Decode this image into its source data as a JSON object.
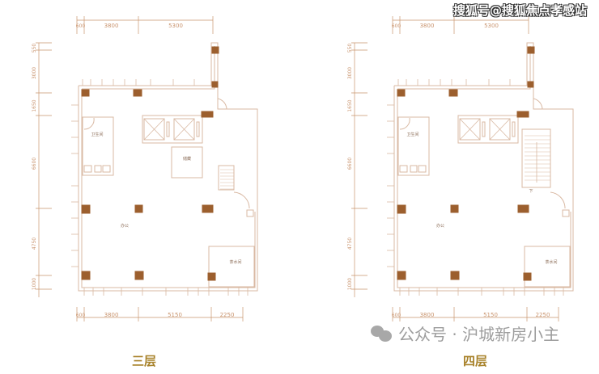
{
  "watermark_top": "搜狐号@搜狐焦点孝感站",
  "watermark_bottom": "公众号 · 沪城新房小主",
  "colors": {
    "line": "#d9b9a3",
    "column": "#9c5f2e",
    "title": "#a8822a",
    "dim": "#c9946e"
  },
  "plans": [
    {
      "title": "三层",
      "top_dims": [
        "600",
        "3800",
        "5300"
      ],
      "left_dims": [
        "550",
        "3000",
        "1650",
        "6600",
        "4750",
        "1000"
      ],
      "bottom_dims": [
        "600",
        "3800",
        "5150",
        "2250"
      ],
      "rooms": {
        "bath": "卫生间",
        "storage": "储藏",
        "office": "办公",
        "tea": "茶水间"
      }
    },
    {
      "title": "四层",
      "top_dims": [
        "600",
        "3800",
        "5300"
      ],
      "left_dims": [
        "550",
        "3000",
        "1650",
        "6600",
        "4750",
        "1000"
      ],
      "bottom_dims": [
        "600",
        "3800",
        "5150",
        "2250"
      ],
      "rooms": {
        "bath": "卫生间",
        "stair_down": "下",
        "office": "办公",
        "tea": "茶水间"
      }
    }
  ]
}
